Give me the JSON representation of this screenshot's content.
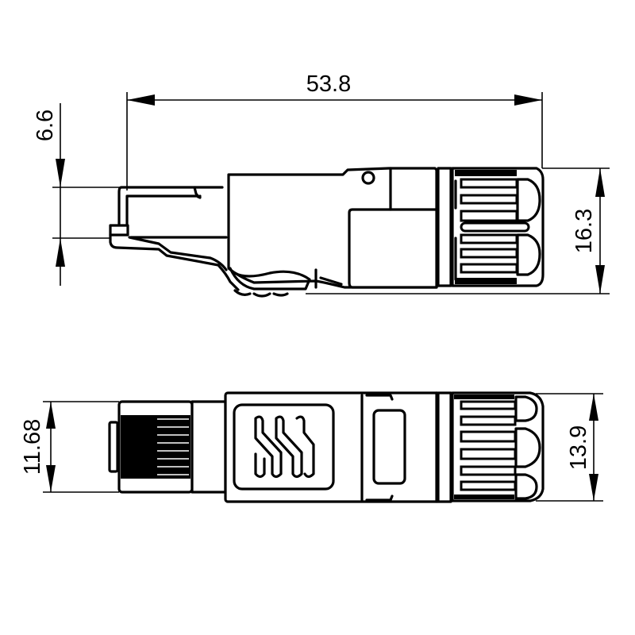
{
  "drawing": {
    "subject": "RJ45 field-termination connector",
    "units": "mm",
    "views": [
      {
        "name": "side-view",
        "dimensions": {
          "overall_length": "53.8",
          "plug_height": "6.6",
          "body_height": "16.3"
        }
      },
      {
        "name": "top-view",
        "dimensions": {
          "plug_width": "11.68",
          "body_width": "13.9"
        }
      }
    ],
    "colors": {
      "line": "#000000",
      "background": "#ffffff"
    }
  }
}
